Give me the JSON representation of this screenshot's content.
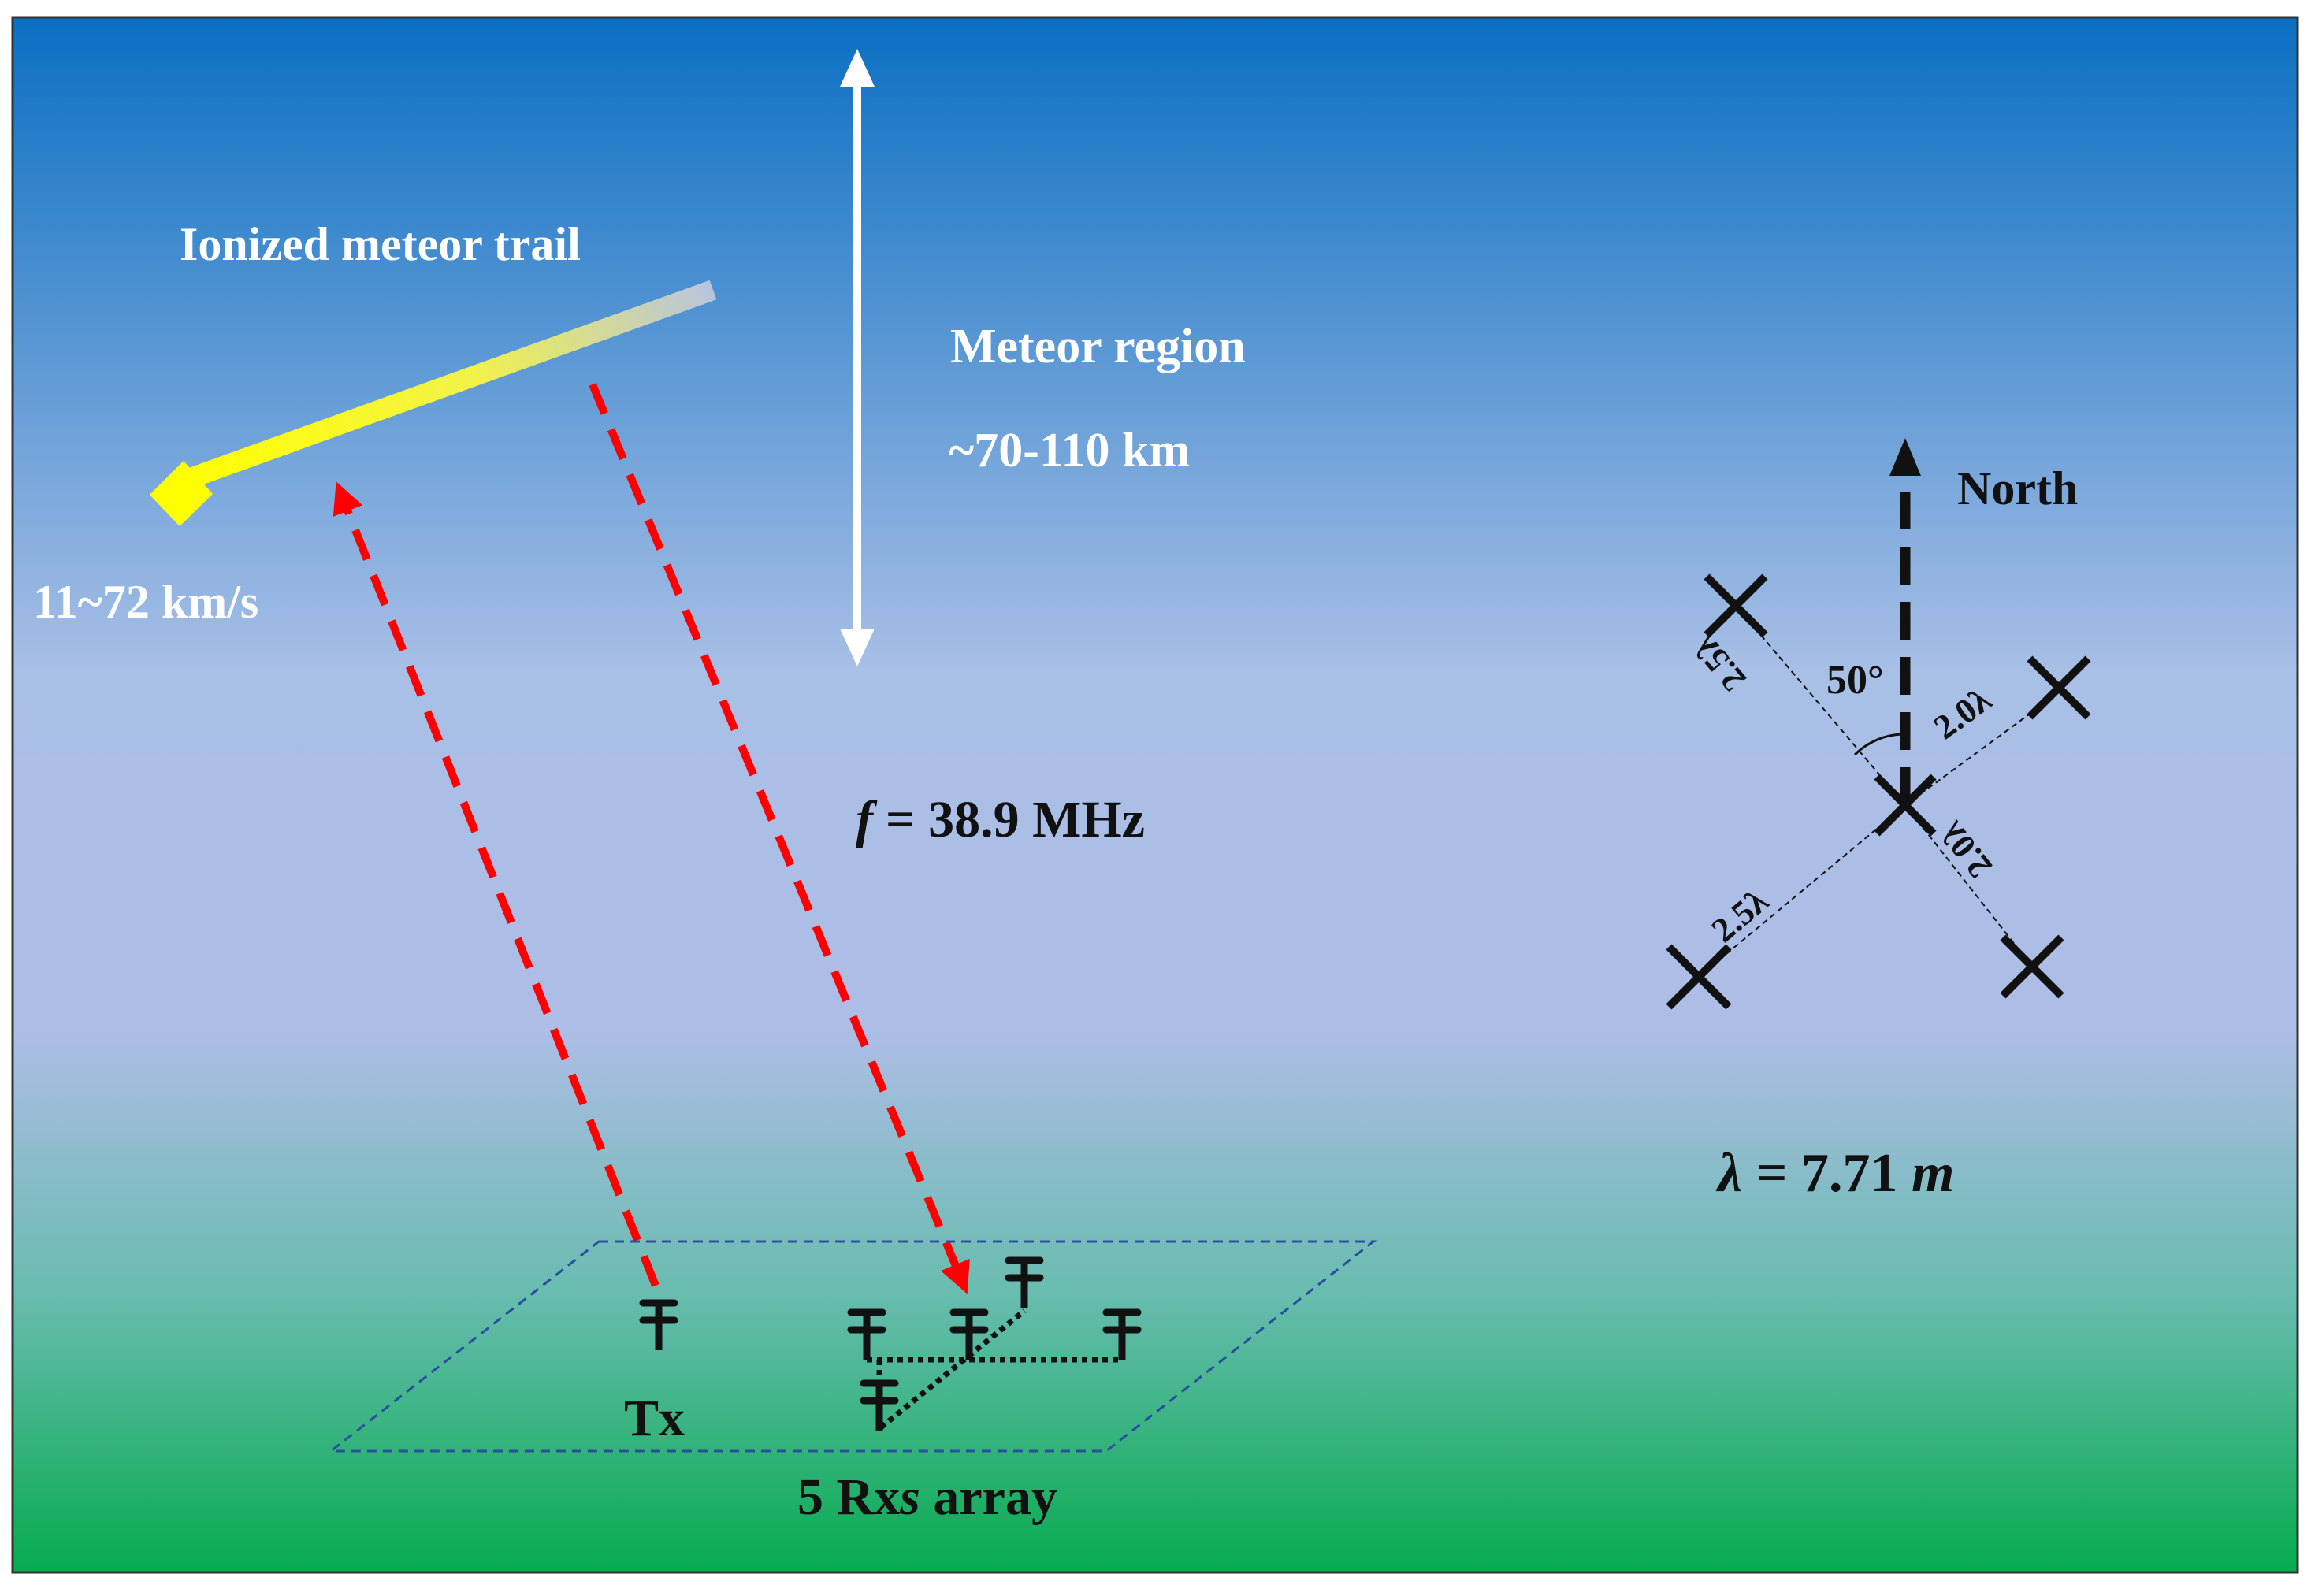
{
  "labels": {
    "trail": "Ionized meteor trail",
    "speed": "11~72 km/s",
    "region_title": "Meteor region",
    "region_altitude": "~70-110 km",
    "frequency_symbol": "f",
    "frequency_value": "= 38.9 MHz",
    "north": "North",
    "angle": "50°",
    "tx": "Tx",
    "array_prefix": "5 Rx",
    "array_italic": "s",
    "array_suffix": " array",
    "wavelength_symbol": "λ",
    "wavelength_eq": " = 7.71 ",
    "wavelength_unit": "m",
    "spacing_ne": "2.0λ",
    "spacing_se": "2.0λ",
    "spacing_nw": "2.5λ",
    "spacing_sw": "2.5λ"
  },
  "colors": {
    "sky_top": "#0a6fc2",
    "sky_mid": "#aebde6",
    "ground": "#06ab4e",
    "trail_head": "#ffff00",
    "trail_tail": "#b8c4e0",
    "radar_path": "#ff0000",
    "array_outline": "#2a4ea0",
    "ink": "#111111",
    "text_light": "#ffffff"
  },
  "icons": [
    "antenna-icon",
    "cross-marker-icon",
    "north-arrow-icon",
    "double-arrow-icon"
  ]
}
